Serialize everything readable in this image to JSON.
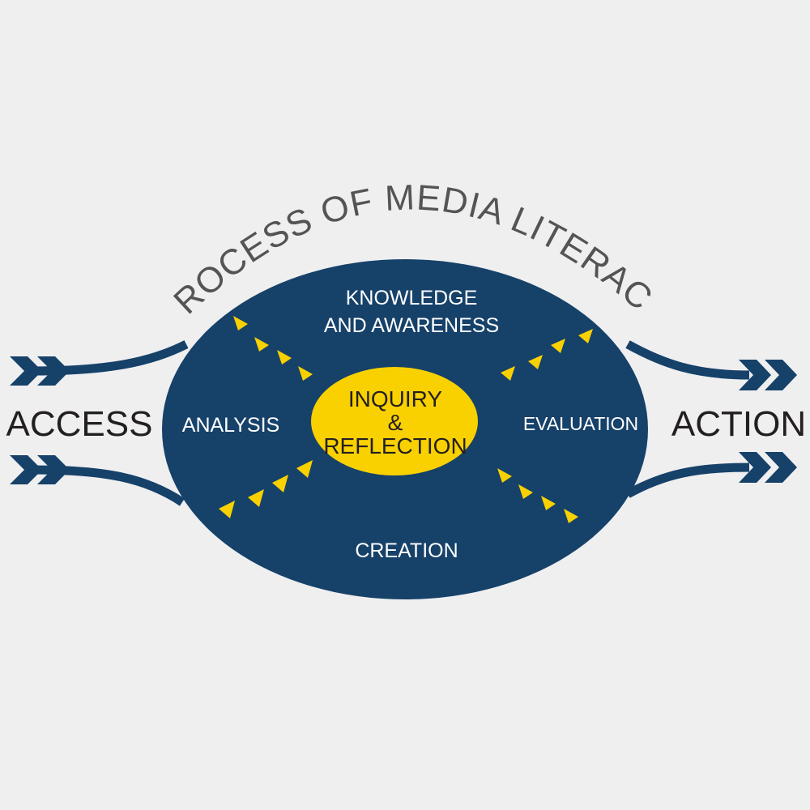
{
  "colors": {
    "background": "#efeff0",
    "navy": "#164169",
    "yellow": "#f9d100",
    "text_dark": "#231f20",
    "text_gray": "#545454",
    "text_light": "#ffffff"
  },
  "title": "PROCESS OF MEDIA LITERACY",
  "left_label": "ACCESS",
  "right_label": "ACTION",
  "stages": {
    "top_line1": "KNOWLEDGE",
    "top_line2": "AND AWARENESS",
    "left": "ANALYSIS",
    "right": "EVALUATION",
    "bottom": "CREATION"
  },
  "center": {
    "line1": "INQUIRY",
    "line2": "&",
    "line3": "REFLECTION"
  },
  "icons": {
    "input_arrows": "double-chevron-arrow-icon",
    "output_arrows": "double-chevron-arrowhead-icon",
    "flow_markers": "yellow-chevron-icon"
  }
}
